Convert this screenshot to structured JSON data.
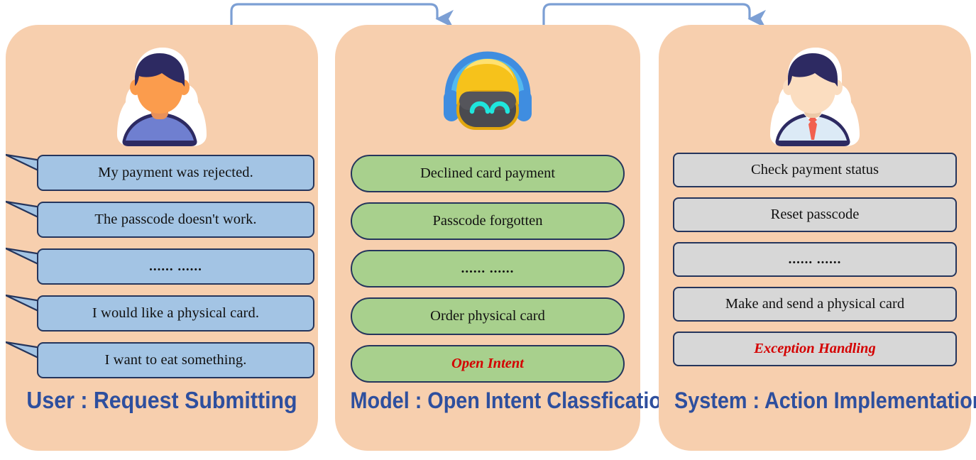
{
  "colors": {
    "panel_bg": "#f7cfae",
    "user_bubble": "#a3c4e4",
    "model_pill": "#a8d08d",
    "system_box": "#d7d7d7",
    "outline": "#25355c",
    "caption": "#2e4f9e",
    "emphasis_red": "#d40000",
    "arrow": "#7c9fd4",
    "page_bg": "#ffffff"
  },
  "arrows": [
    {
      "name": "user-to-model-arrow",
      "from": "user-panel",
      "to": "model-panel"
    },
    {
      "name": "model-to-system-arrow",
      "from": "model-panel",
      "to": "system-panel"
    }
  ],
  "columns": [
    {
      "id": "user",
      "icon": "user-avatar-icon",
      "caption": "User : Request Submitting",
      "items": [
        {
          "text": "My payment was rejected.",
          "emphasis": false
        },
        {
          "text": "The passcode doesn't work.",
          "emphasis": false
        },
        {
          "text": "...... ......",
          "emphasis": false
        },
        {
          "text": "I would like a physical card.",
          "emphasis": false
        },
        {
          "text": "I want to eat something.",
          "emphasis": false
        }
      ]
    },
    {
      "id": "model",
      "icon": "robot-bot-icon",
      "caption": "Model : Open Intent Classfication",
      "items": [
        {
          "text": "Declined card payment",
          "emphasis": false
        },
        {
          "text": "Passcode forgotten",
          "emphasis": false
        },
        {
          "text": "...... ......",
          "emphasis": false
        },
        {
          "text": "Order physical card",
          "emphasis": false
        },
        {
          "text": "Open Intent",
          "emphasis": true
        }
      ]
    },
    {
      "id": "system",
      "icon": "businessman-avatar-icon",
      "caption": "System : Action Implementation",
      "items": [
        {
          "text": "Check payment status",
          "emphasis": false
        },
        {
          "text": "Reset passcode",
          "emphasis": false
        },
        {
          "text": "...... ......",
          "emphasis": false
        },
        {
          "text": "Make and send a physical card",
          "emphasis": false
        },
        {
          "text": "Exception Handling",
          "emphasis": true
        }
      ]
    }
  ]
}
